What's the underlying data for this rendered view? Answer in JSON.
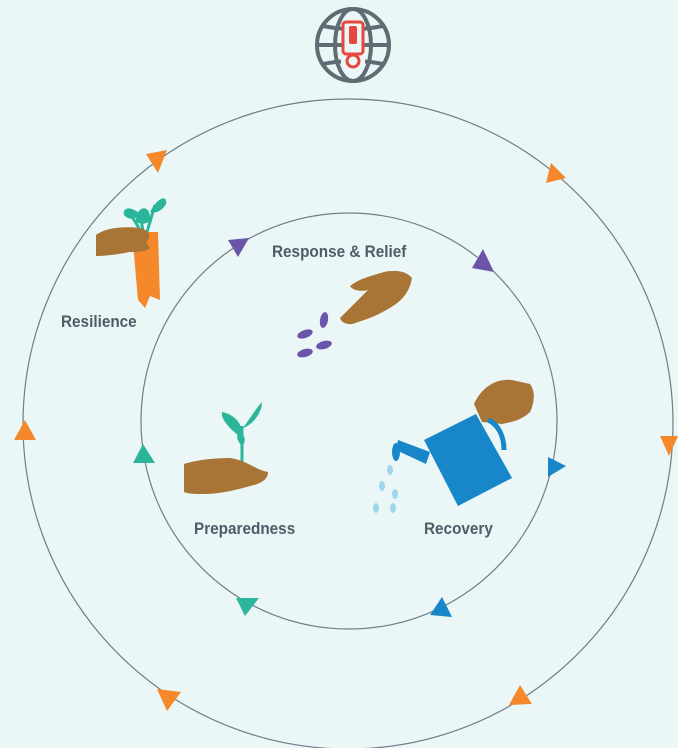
{
  "colors": {
    "background": "#eaf7f6",
    "ring_line": "#6f7f86",
    "label_text": "#4e5c68",
    "skin": "#a87536",
    "leaf_green": "#2bb59b",
    "carrot_orange": "#f4882a",
    "seed_purple": "#6a55a8",
    "water_blue": "#1787c9",
    "water_drop": "#9fd6ee",
    "alert_red": "#e8473f",
    "globe_gray": "#5f6c73"
  },
  "diagram": {
    "icon": "globe-alert-icon",
    "stages": [
      {
        "label": "Response & Relief",
        "icon": "hand-with-seeds-icon"
      },
      {
        "label": "Recovery",
        "icon": "watering-can-icon"
      },
      {
        "label": "Preparedness",
        "icon": "hand-with-seedling-icon"
      },
      {
        "label": "Resilience",
        "icon": "hand-holding-carrot-icon"
      }
    ],
    "outer_cycle_arrow_color": "#f4882a",
    "inner_cycle_arrow_colors": [
      "#6a55a8",
      "#1787c9",
      "#2bb59b"
    ]
  }
}
